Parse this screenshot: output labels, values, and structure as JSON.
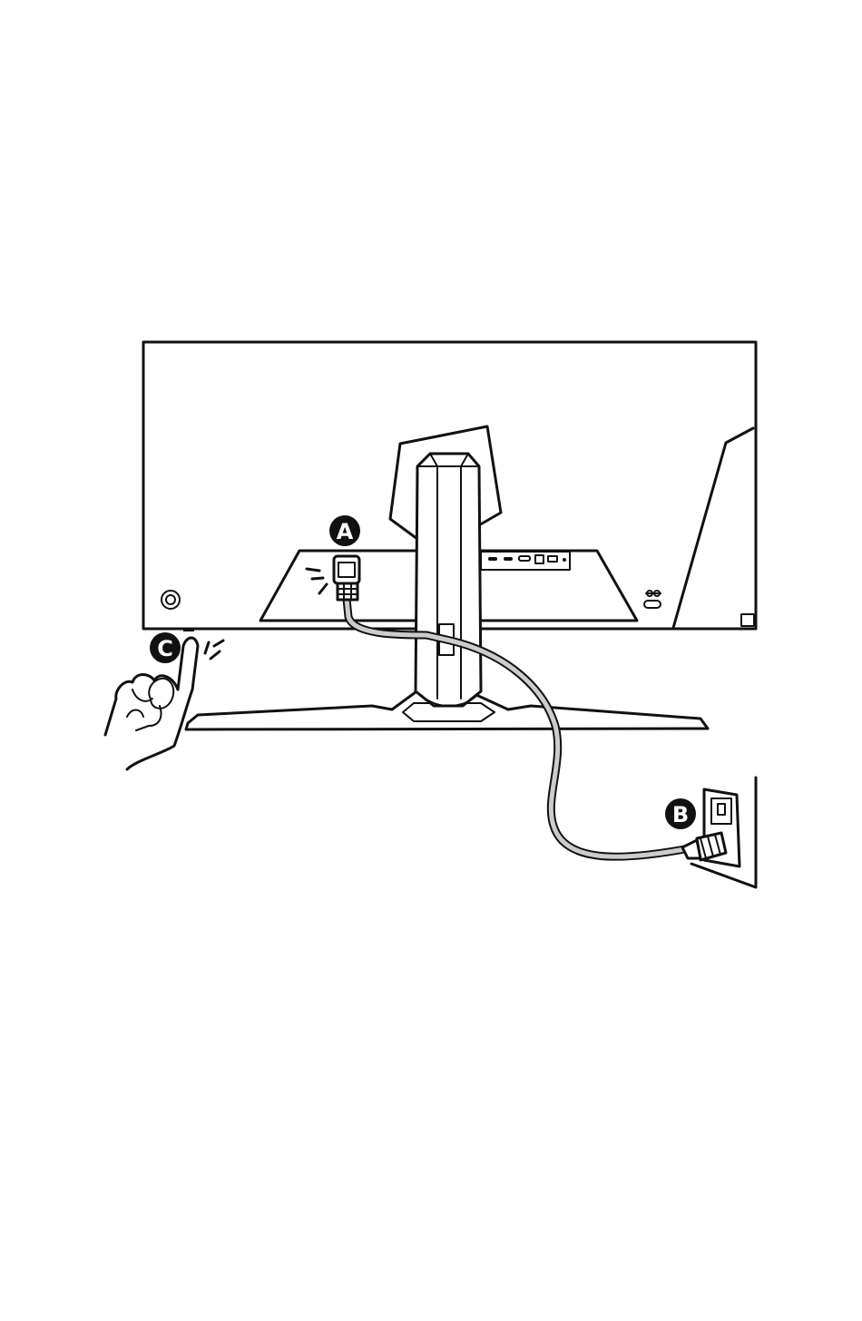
{
  "labels": {
    "a": "A",
    "b": "B",
    "c": "C"
  },
  "colors": {
    "line": "#111111",
    "cable": "#cccccc",
    "background": "#ffffff"
  }
}
